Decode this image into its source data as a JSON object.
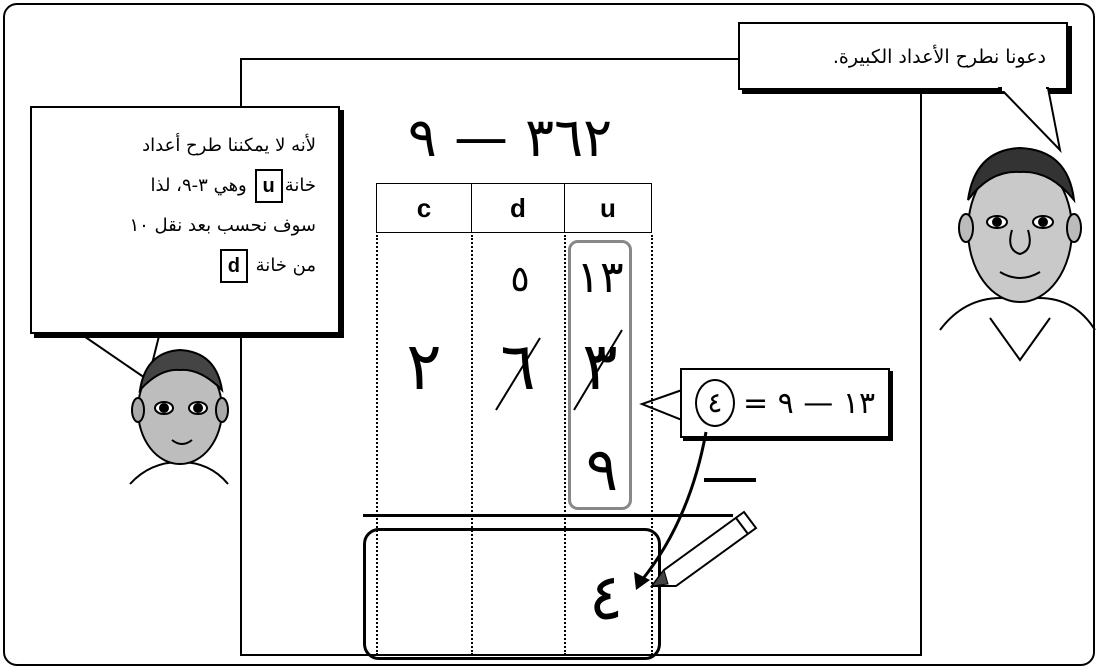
{
  "speech_top": "دعونا نطرح الأعداد الكبيرة.",
  "speech_left": {
    "line1": "لأنه لا يمكننا طرح أعداد",
    "line2_pre": "خانة",
    "line2_box": "u",
    "line2_post": "وهي  ٣-٩، لذا",
    "line3": "سوف نحسب بعد نقل ١٠",
    "line4_pre": "من خانة",
    "line4_box": "d"
  },
  "problem": "٣٦٢ — ٩",
  "columns": [
    "c",
    "d",
    "u"
  ],
  "digits": {
    "carry_d": "٥",
    "carry_u": "١٣",
    "c_top": "٢",
    "d_top": "٦",
    "u_top": "٣",
    "u_sub": "٩",
    "result_u": "٤"
  },
  "callout": {
    "expression": "١٣ — ٩ =",
    "result": "٤"
  }
}
